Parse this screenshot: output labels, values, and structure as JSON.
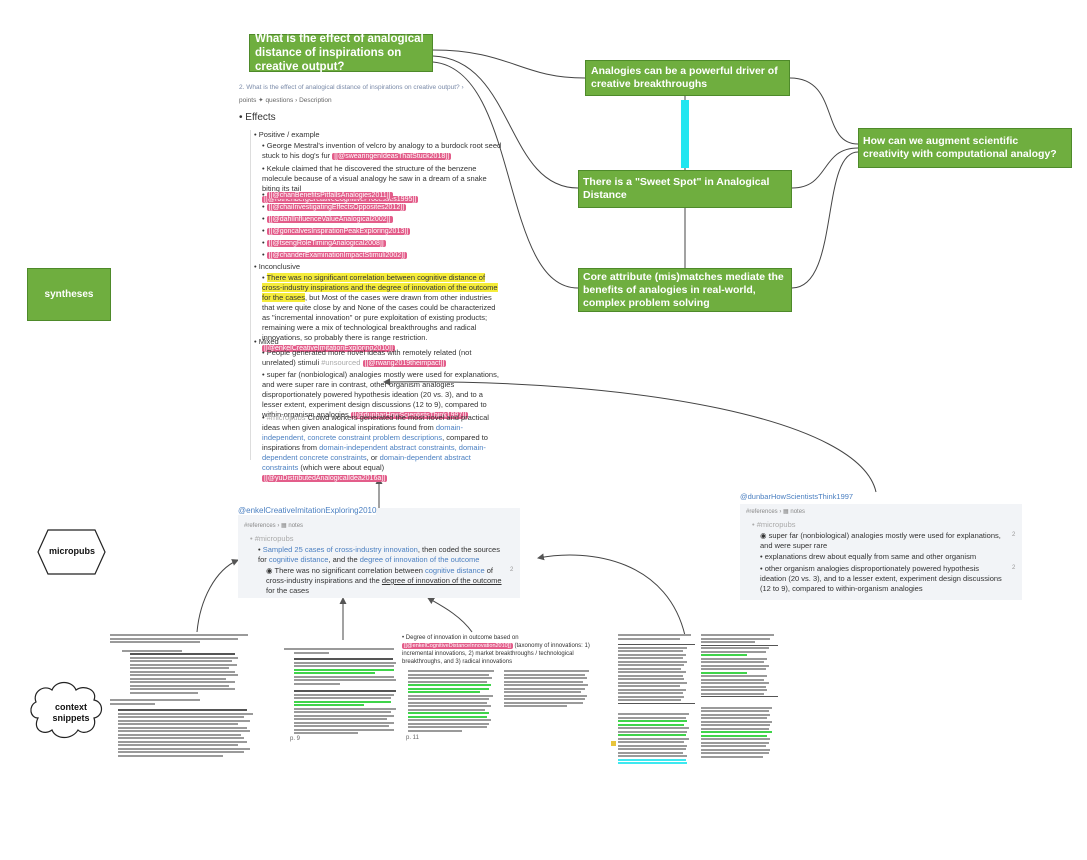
{
  "claims": {
    "question": "What is the effect of analogical distance of inspirations on creative output?",
    "analogies": "Analogies can be a powerful driver of creative breakthroughs",
    "augment": "How can we augment scientific creativity with computational analogy?",
    "sweet_spot": "There is a \"Sweet Spot\" in Analogical Distance",
    "core_attr": "Core attribute (mis)matches mediate the benefits of analogies in real-world, complex problem solving"
  },
  "labels": {
    "syntheses": "syntheses",
    "micropubs": "micropubs",
    "context_snippets": "context\nsnippets"
  },
  "page": {
    "breadcrumb": "2. What is the effect of analogical distance of inspirations on creative output?",
    "meta_points": "points",
    "meta_questions": "questions",
    "meta_description": "Description",
    "effects_heading": "Effects",
    "positive_heading": "Positive / example",
    "p1_text": "George Mestral's invention of velcro by analogy to a burdock root seed stuck to his dog's fur",
    "p1_tag": "[[@swearingenIdeasThatStuck2018]]",
    "p2_text": "Kekule claimed that he discovered the structure of the benzene molecule because of a visual analogy he saw in a dream of a snake biting its tail",
    "p2_tag": "[[@rothenbergCreativeCognitiveProcesses1995]]",
    "p3_tag": "[[@chanBenefitsPitfallsAnalogies2011]]",
    "p4_tag": "[[@chaiInvestigatingEffectsOpposites2012]]",
    "p5_tag": "[[@dahlInfluenceValueAnalogical2002]]",
    "p6_tag": "[[@goncalvesInspirationPeakExploring2013]]",
    "p7_tag": "[[@tsengRoleTimingAnalogical2008]]",
    "p8_tag": "[[@chanderExaminationImpactStimuli2002]]",
    "inconclusive_heading": "Inconclusive",
    "inc_hl": "There was no significant correlation between cognitive distance of cross-industry inspirations and the degree of innovation of the outcome for the cases",
    "inc_rest": ", but Most of the cases were drawn from other industries that were quite close by and None of the cases could be characterized as \"incremental innovation\" or pure exploitation of existing products; remaining were a mix of technological breakthroughs and radical innovations, so probably there is range restriction.",
    "inc_tag": "[[@enkelCreativeImitationExploring2010]]",
    "mixed_heading": "Mixed",
    "m1_text": "People generated more novel ideas with remotely related (not unrelated) stimuli",
    "m1_muted": "#unsourced",
    "m1_tag": "[[@rwang2019theimpact]]",
    "m2_text": "super far (nonbiological) analogies mostly were used for explanations, and were super rare in contrast, other organism analogies disproportionately powered hypothesis ideation (20 vs. 3), and to a lesser extent, experiment design discussions (12 to 9), compared to within-organism analogies",
    "m2_tag": "[[@dunbarHowScientistsThink1997]]",
    "m3_muted": "#micropubs",
    "m3_a": " Crowd workers generated the most novel and practical ideas when given analogical inspirations found from ",
    "m3_l1": "domain-independent, concrete constraint problem descriptions",
    "m3_b": ", compared to inspirations from ",
    "m3_l2": "domain-independent abstract constraints, domain-dependent concrete constraints",
    "m3_c": ", or ",
    "m3_l3": "domain-dependent abstract constraints",
    "m3_d": " (which were about equal)",
    "m3_tag": "[[@yuDistributedAnalogicalIdea2016a]]"
  },
  "mp1": {
    "title": "@enkelCreativeImitationExploring2010",
    "meta_refs": "#references",
    "meta_notes": "notes",
    "micropubs": "#micropubs",
    "l1_a": "Sampled 25 cases of cross-industry innovation",
    "l1_b": ", then coded the sources for ",
    "l1_c": "cognitive distance",
    "l1_d": ", and the ",
    "l1_e": "degree of innovation of the outcome",
    "l2_a": "There was no significant correlation between ",
    "l2_b": "cognitive distance",
    "l2_c": " of cross-industry inspirations and the ",
    "l2_d": "degree of innovation of the outcome",
    "l2_e": " for the cases",
    "l2_count": "2"
  },
  "mp2": {
    "title": "@dunbarHowScientistsThink1997",
    "meta_refs": "#references",
    "meta_notes": "notes",
    "micropubs": "#micropubs",
    "i1": "super far (nonbiological) analogies mostly were used for explanations, and were super rare",
    "i1_count": "2",
    "i2": "explanations drew about equally from same and other organism",
    "i3": "other organism analogies disproportionately powered hypothesis ideation (20 vs. 3), and to a lesser extent, experiment design discussions (12 to 9), compared to within-organism analogies",
    "i3_count": "2"
  },
  "snippets": {
    "s2_page": "p. 9",
    "s3_head": "Degree of innovation in outcome based on",
    "s3_tag": "[[@enkelCognitiveDistanceInnovation2010]]",
    "s3_rest": "(taxonomy of innovations: 1) incremental innovations, 2) market breakthroughs / technological breakthroughs, and 3) radical innovations",
    "s3_page": "p. 11"
  },
  "colors": {
    "green": "#6fae3f",
    "tag_pink": "#e35d8a",
    "highlight_yellow": "#f5ec3a",
    "link_blue": "#4a7fc1"
  }
}
